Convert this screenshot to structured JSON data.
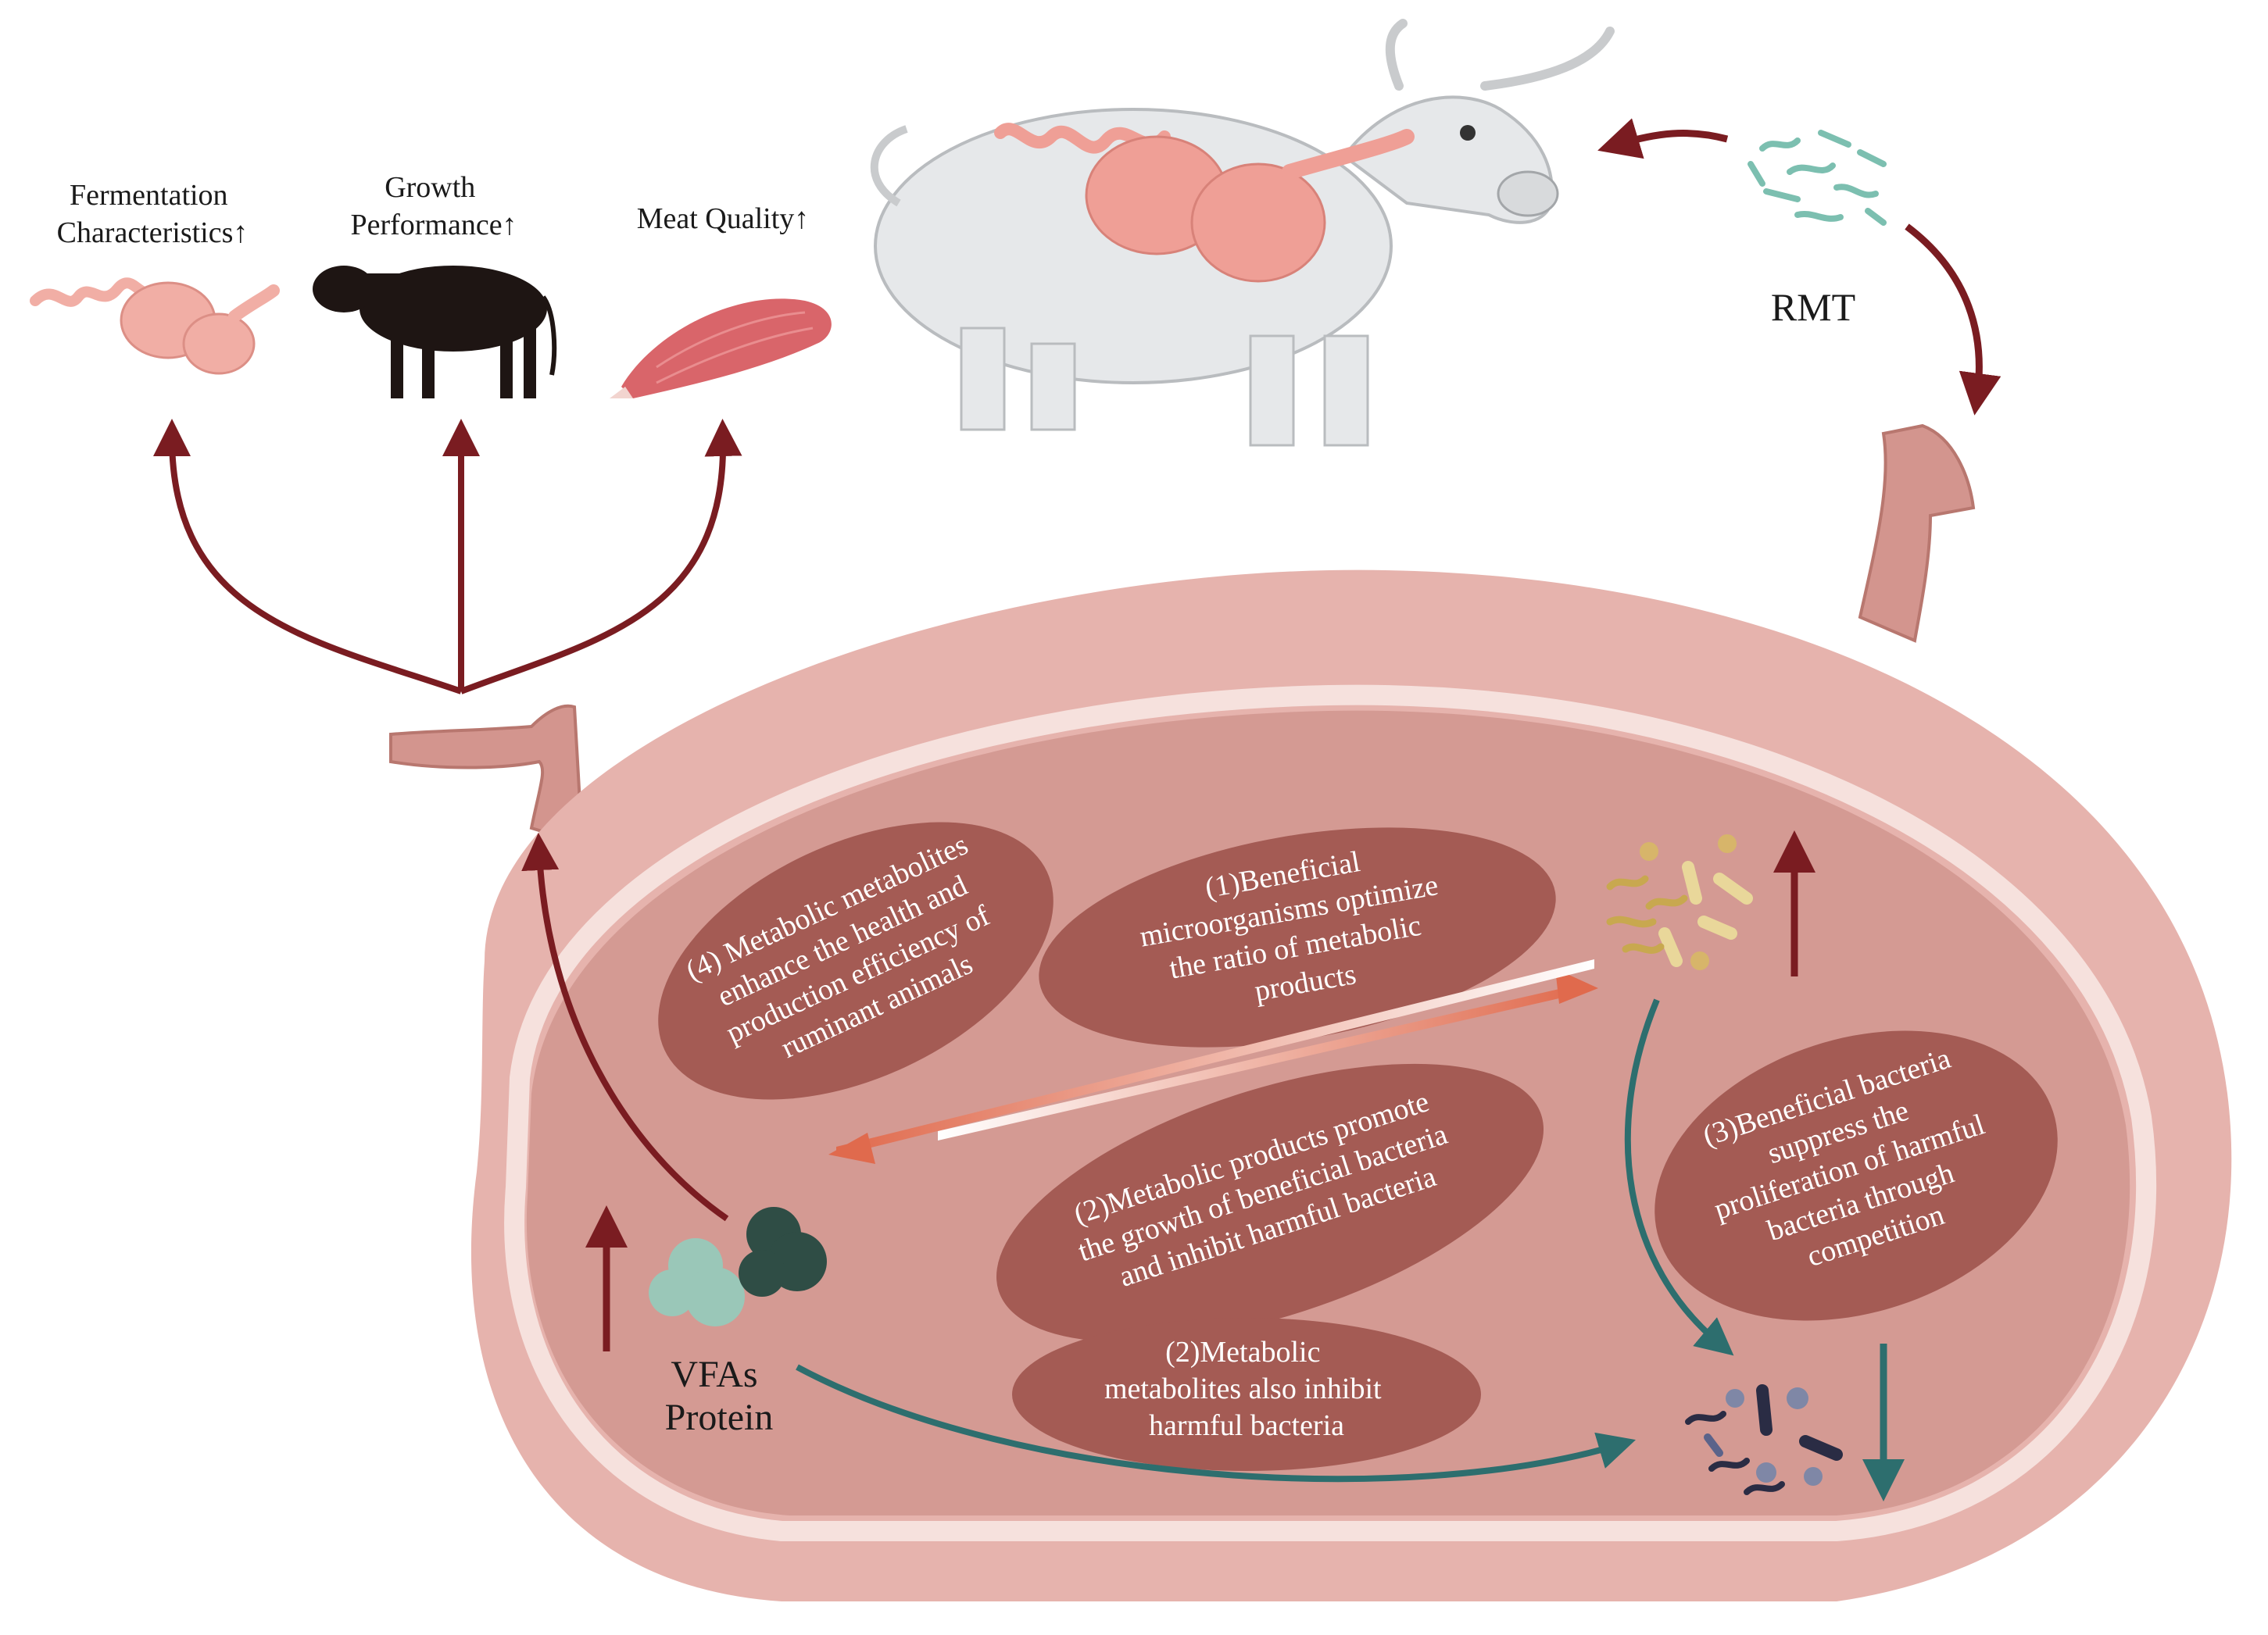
{
  "outcomes": {
    "fermentation": [
      "Fermentation",
      "Characteristics↑"
    ],
    "growth": [
      "Growth",
      "Performance↑"
    ],
    "meat": [
      "Meat Quality↑"
    ]
  },
  "rmt_label": "RMT",
  "vfa_label": [
    "VFAs",
    "Protein"
  ],
  "ovals": {
    "step1": [
      "(1)Beneficial",
      "microorganisms optimize",
      "the ratio of metabolic",
      "products"
    ],
    "step2a": [
      "(2)Metabolic products promote",
      "the growth of beneficial bacteria",
      "and inhibit harmful bacteria"
    ],
    "step2b": [
      "(2)Metabolic",
      "metabolites also inhibit",
      "harmful bacteria"
    ],
    "step3": [
      "(3)Beneficial bacteria",
      "suppress the",
      "proliferation of harmful",
      "bacteria through",
      "competition"
    ],
    "step4": [
      "(4) Metabolic metabolites",
      "enhance the health and",
      "production efficiency of",
      "ruminant animals"
    ]
  },
  "colors": {
    "arrow_dark_red": "#7a1c21",
    "arrow_teal": "#2d6e6e",
    "rumen_outer": "#e6b3ad",
    "rumen_inner": "#d49a93",
    "oval_fill": "#a45b54"
  },
  "icons": [
    "cow-icon",
    "rumen-icon",
    "bull-icon",
    "muscle-icon",
    "microbes-icon",
    "beneficial-bacteria-icon",
    "harmful-bacteria-icon",
    "protein-molecule-icon"
  ]
}
